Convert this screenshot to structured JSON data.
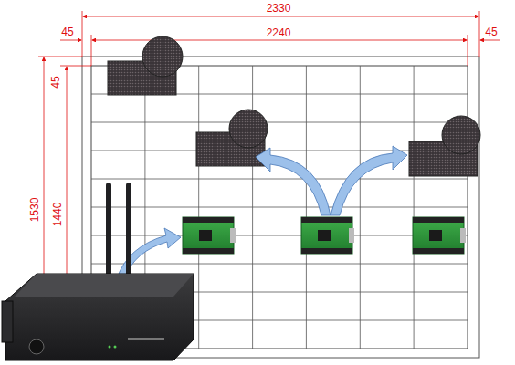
{
  "diagram": {
    "labels": [
      "2330",
      "45",
      "2240",
      "45",
      "45",
      "1530",
      "1440"
    ]
  }
}
